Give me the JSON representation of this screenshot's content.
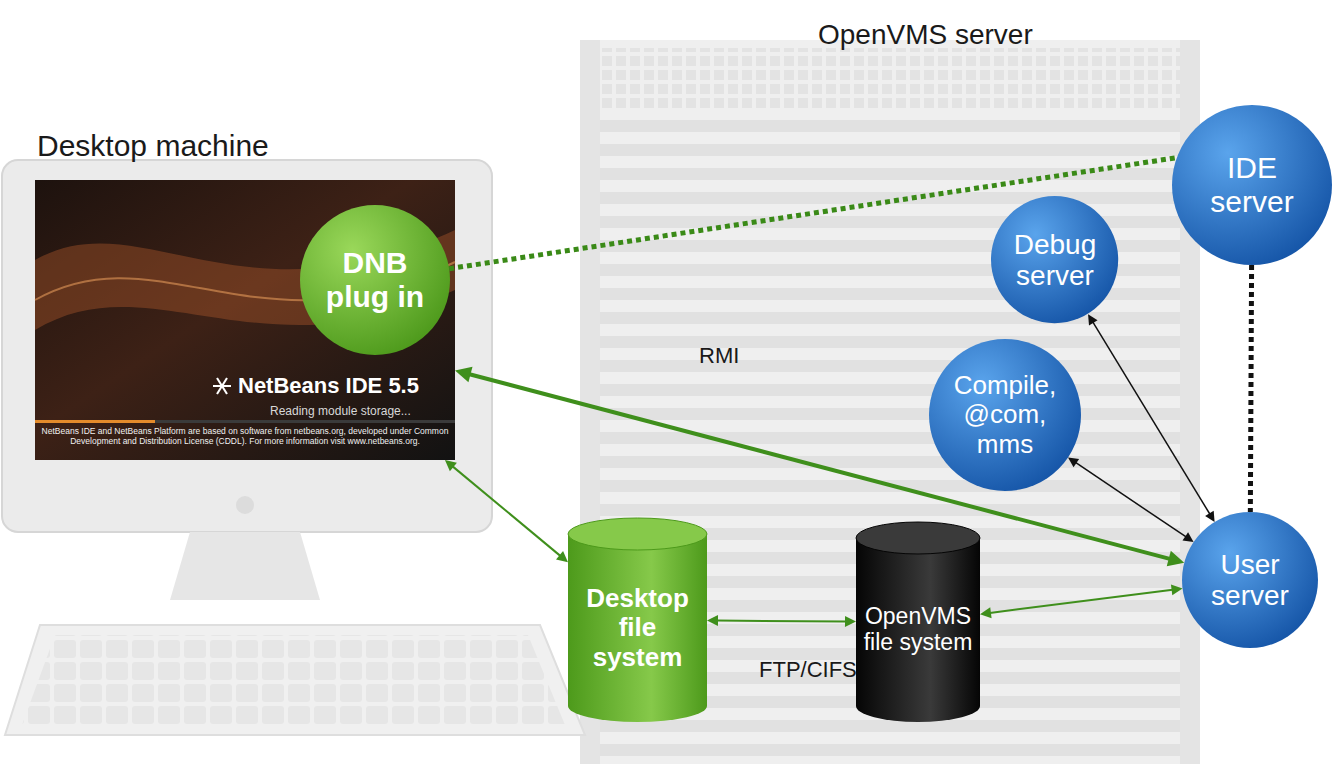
{
  "diagram": {
    "nodes": [
      {
        "text": [
          "Desktop machine"
        ]
      },
      {
        "text": [
          "NetBeans IDE 5.5",
          "Reading module storage...",
          "NetBeans IDE and NetBeans Platform are based on software from netbeans.org, developed under Common Development and Distribution License (CDDL). For more information visit www.netbeans.org."
        ],
        "in": 0
      },
      {
        "text": [
          "DNB plug in"
        ],
        "in": 1
      },
      {
        "text": [
          "OpenVMS server"
        ]
      },
      {
        "text": [
          "IDE server"
        ],
        "in": 3
      },
      {
        "text": [
          "Debug server"
        ],
        "in": 3
      },
      {
        "text": [
          "Compile, @com, mms"
        ],
        "in": 3
      },
      {
        "text": [
          "User server"
        ],
        "in": 3
      },
      {
        "text": [
          "Desktop file system"
        ]
      },
      {
        "text": [
          "OpenVMS file system"
        ],
        "in": 3
      }
    ],
    "edges": [
      {
        "from": 2,
        "to": 4,
        "arrow": "none"
      },
      {
        "from": 4,
        "to": 7,
        "arrow": "none"
      },
      {
        "from": 1,
        "to": 7,
        "label": "RMI",
        "arrow": "both"
      },
      {
        "from": 1,
        "to": 8,
        "arrow": "both"
      },
      {
        "from": 8,
        "to": 9,
        "label": "FTP/CIFS",
        "arrow": "both"
      },
      {
        "from": 9,
        "to": 7,
        "arrow": "both"
      },
      {
        "from": 7,
        "to": 5,
        "arrow": "both"
      },
      {
        "from": 7,
        "to": 6,
        "arrow": "both"
      }
    ]
  }
}
